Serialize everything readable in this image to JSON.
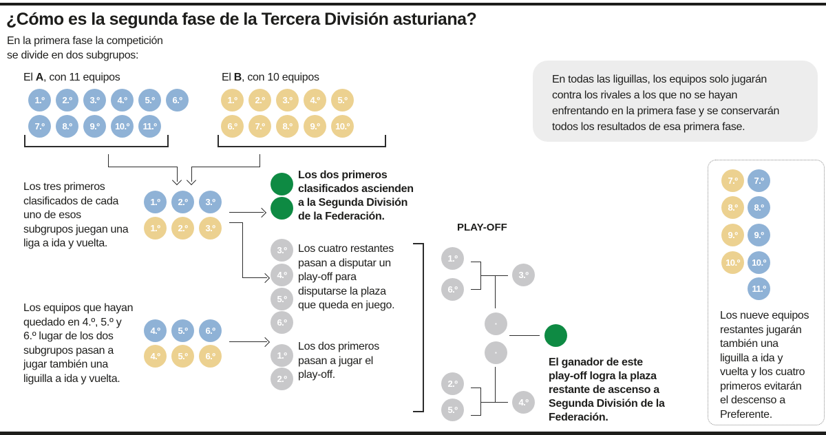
{
  "title": "¿Cómo es la segunda fase de la Tercera División asturiana?",
  "intro": [
    "En la primera fase la competición",
    "se divide en dos subgrupos:"
  ],
  "group_a": {
    "prefix": "El ",
    "letter": "A",
    "suffix": ", con 11 equipos",
    "teams": [
      "1.º",
      "2.º",
      "3.º",
      "4.º",
      "5.º",
      "6.º",
      "7.º",
      "8.º",
      "9.º",
      "10.º",
      "11.º"
    ]
  },
  "group_b": {
    "prefix": "El ",
    "letter": "B",
    "suffix": ", con 10 equipos",
    "teams": [
      "1.º",
      "2.º",
      "3.º",
      "4.º",
      "5.º",
      "6.º",
      "7.º",
      "8.º",
      "9.º",
      "10.º"
    ]
  },
  "note": [
    "En todas las liguillas, los equipos solo jugarán",
    "contra los rivales a los que no se hayan",
    "enfrentando en la primera fase y se conservarán",
    "todos los resultados de esa primera fase."
  ],
  "top_league": {
    "text": [
      "Los tres primeros",
      "clasificados de cada",
      "uno de esos",
      "subgrupos juegan una",
      "liga a ida y vuelta."
    ],
    "blue": [
      "1.º",
      "2.º",
      "3.º"
    ],
    "yellow": [
      "1.º",
      "2.º",
      "3.º"
    ]
  },
  "promotion": {
    "text": [
      "Los dos primeros",
      "clasificados ascienden",
      "a la Segunda División",
      "de la Federación."
    ]
  },
  "remaining_four": {
    "teams": [
      "3.º",
      "4.º",
      "5.º",
      "6.º"
    ],
    "text": [
      "Los cuatro restantes",
      "pasan a disputar un",
      "play-off para",
      "disputarse la plaza",
      "que queda en juego."
    ]
  },
  "mid_league": {
    "text": [
      "Los equipos que hayan",
      "quedado en 4.º, 5.º y",
      "6.º lugar de los dos",
      "subgrupos pasan a",
      "jugar también una",
      "liguilla a ida y vuelta."
    ],
    "blue": [
      "4.º",
      "5.º",
      "6.º"
    ],
    "yellow": [
      "4.º",
      "5.º",
      "6.º"
    ]
  },
  "top_two_mid": {
    "teams": [
      "1.º",
      "2.º"
    ],
    "text": [
      "Los dos primeros",
      "pasan a jugar el",
      "play-off."
    ]
  },
  "playoff": {
    "heading": "PLAY-OFF",
    "seeds": {
      "s1": "1.º",
      "s6": "6.º",
      "s3": "3.º",
      "s2": "2.º",
      "s5": "5.º",
      "s4": "4.º"
    },
    "semi_placeholders": [
      "·",
      "·"
    ],
    "winner_text": [
      "El ganador de este",
      "play-off logra la plaza",
      "restante de ascenso a",
      "Segunda División de la",
      "Federación."
    ]
  },
  "relegation": {
    "yellow": [
      "7.º",
      "8.º",
      "9.º",
      "10.º"
    ],
    "blue": [
      "7.º",
      "8.º",
      "9.º",
      "10.º",
      "11.º"
    ],
    "text": [
      "Los nueve equipos",
      "restantes jugarán",
      "también una",
      "liguilla a ida y",
      "vuelta y los cuatro",
      "primeros evitarán",
      "el descenso a",
      "Preferente."
    ]
  },
  "colors": {
    "group_a": "#8fb2d6",
    "group_b": "#ecd190",
    "neutral": "#c8c8ca",
    "promotion": "#0e8a43",
    "note_bg": "#ededed"
  }
}
